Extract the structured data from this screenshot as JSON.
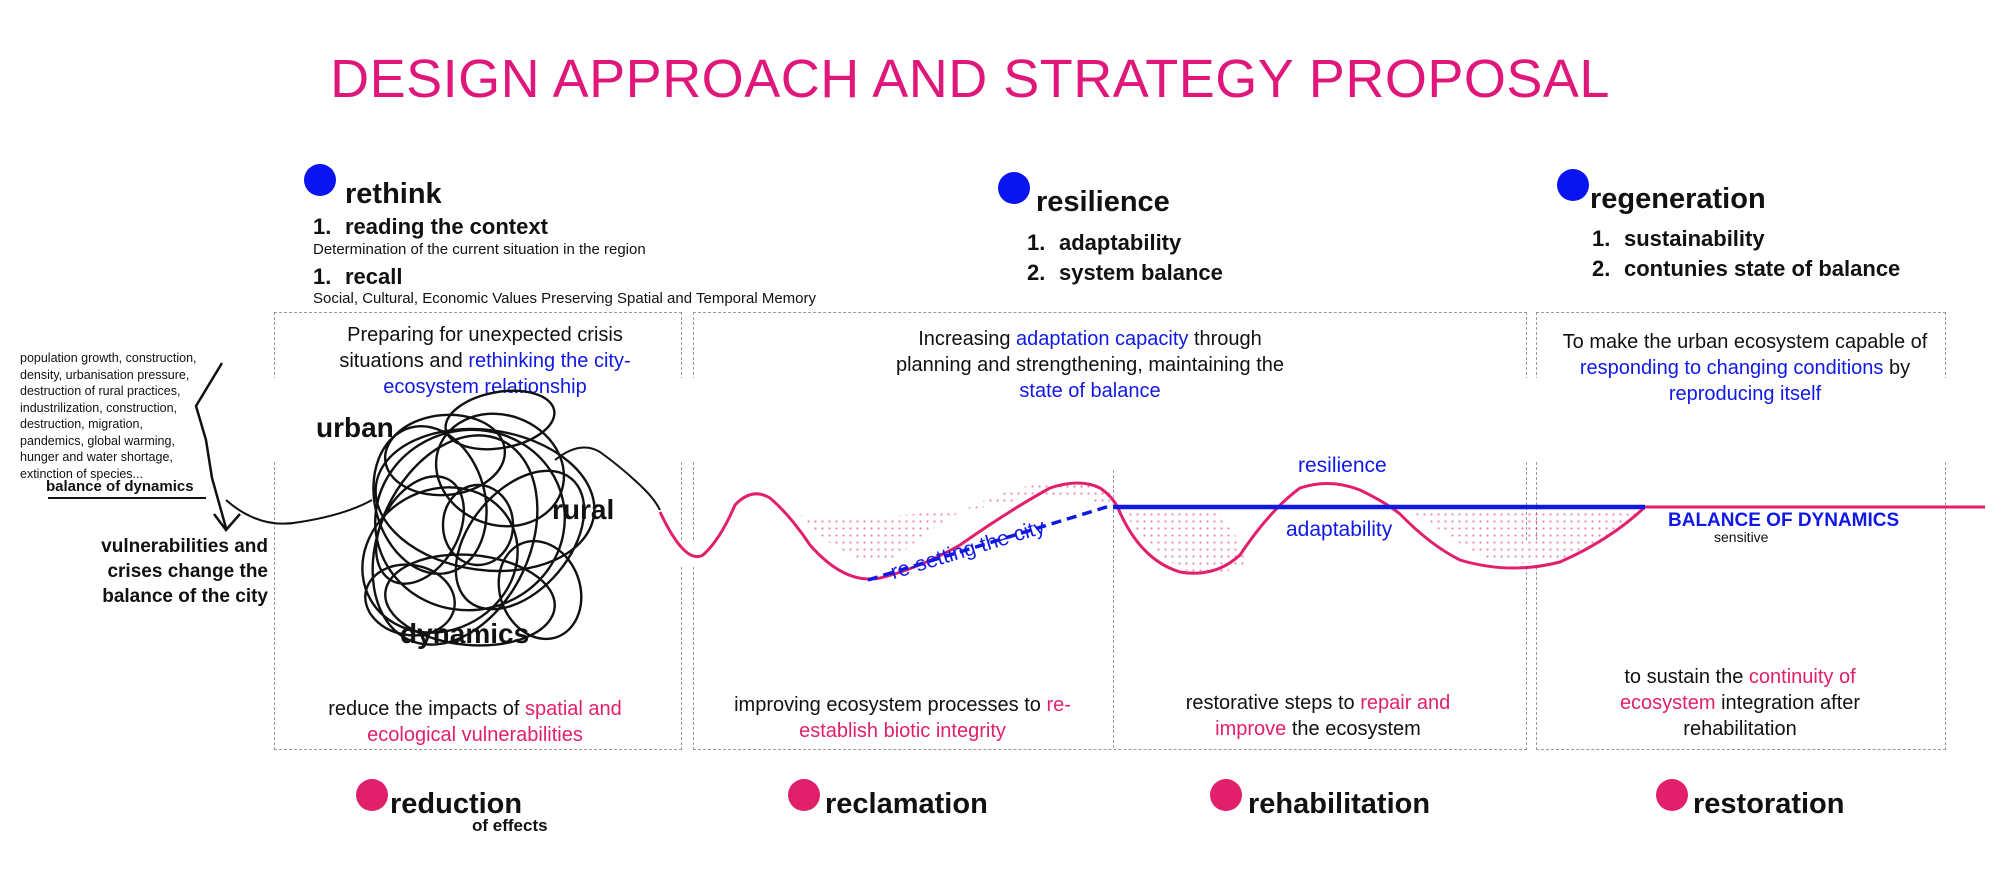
{
  "title": "DESIGN APPROACH AND STRATEGY PROPOSAL",
  "top_phases": {
    "rethink": {
      "title": "rethink",
      "items": [
        {
          "num": "1.",
          "label": "reading the context",
          "detail": "Determination of the current situation in the region"
        },
        {
          "num": "1.",
          "label": "recall",
          "detail": "Social, Cultural, Economic Values Preserving Spatial and Temporal Memory"
        }
      ]
    },
    "resilience": {
      "title": "resilience",
      "items": [
        {
          "num": "1.",
          "label": "adaptability"
        },
        {
          "num": "2.",
          "label": "system balance"
        }
      ]
    },
    "regeneration": {
      "title": "regeneration",
      "items": [
        {
          "num": "1.",
          "label": "sustainability"
        },
        {
          "num": "2.",
          "label": "contunies state of balance"
        }
      ]
    }
  },
  "top_descriptions": {
    "box1": {
      "part1": "Preparing for unexpected crisis situations  and ",
      "highlight": "rethinking the city-ecosystem relationship"
    },
    "box2": {
      "part1": "Increasing ",
      "highlight1": "adaptation capacity",
      "part2": " through planning and strengthening, maintaining the ",
      "highlight2": "state of balance"
    },
    "box3": {
      "part1": "To make the urban ecosystem capable of ",
      "highlight1": "responding to changing conditions",
      "part2": " by ",
      "highlight2": "reproducing itself"
    }
  },
  "left_panel": {
    "factors": "population growth, construction, density, urbanisation pressure, destruction of rural practices, industrilization, construction, destruction, migration, pandemics, global warming, hunger and water shortage, extinction of species...",
    "balance_label": "balance of dynamics",
    "vulnerabilities": [
      "vulnerabilities and",
      "crises change the",
      "balance of the city"
    ]
  },
  "scribble_labels": {
    "urban": "urban",
    "rural": "rural",
    "dynamics": "dynamics"
  },
  "curve_labels": {
    "resetting": "re-setting the city",
    "resilience": "resilience",
    "adaptability": "adaptability",
    "balance": "BALANCE OF DYNAMICS",
    "balance_sub": "sensitive"
  },
  "bottom_descriptions": {
    "box1": {
      "part1": "reduce the impacts of ",
      "highlight": "spatial and ecological vulnerabilities"
    },
    "box2": {
      "part1": "improving ecosystem processes to ",
      "highlight": "re-establish biotic integrity"
    },
    "box3": {
      "part1": "restorative steps to ",
      "highlight": "repair and improve",
      "part2": " the ecosystem"
    },
    "box4": {
      "part1": "to sustain the ",
      "highlight": "continuity of ecosystem",
      "part2": " integration after rehabilitation"
    }
  },
  "bottom_phases": {
    "reduction": {
      "title": "reduction",
      "sub": "of effects"
    },
    "reclamation": {
      "title": "reclamation"
    },
    "rehabilitation": {
      "title": "rehabilitation"
    },
    "restoration": {
      "title": "restoration"
    }
  },
  "colors": {
    "accent_pink": "#e0177a",
    "accent_blue": "#0a14f0",
    "curve_pink": "#e21f6b"
  }
}
